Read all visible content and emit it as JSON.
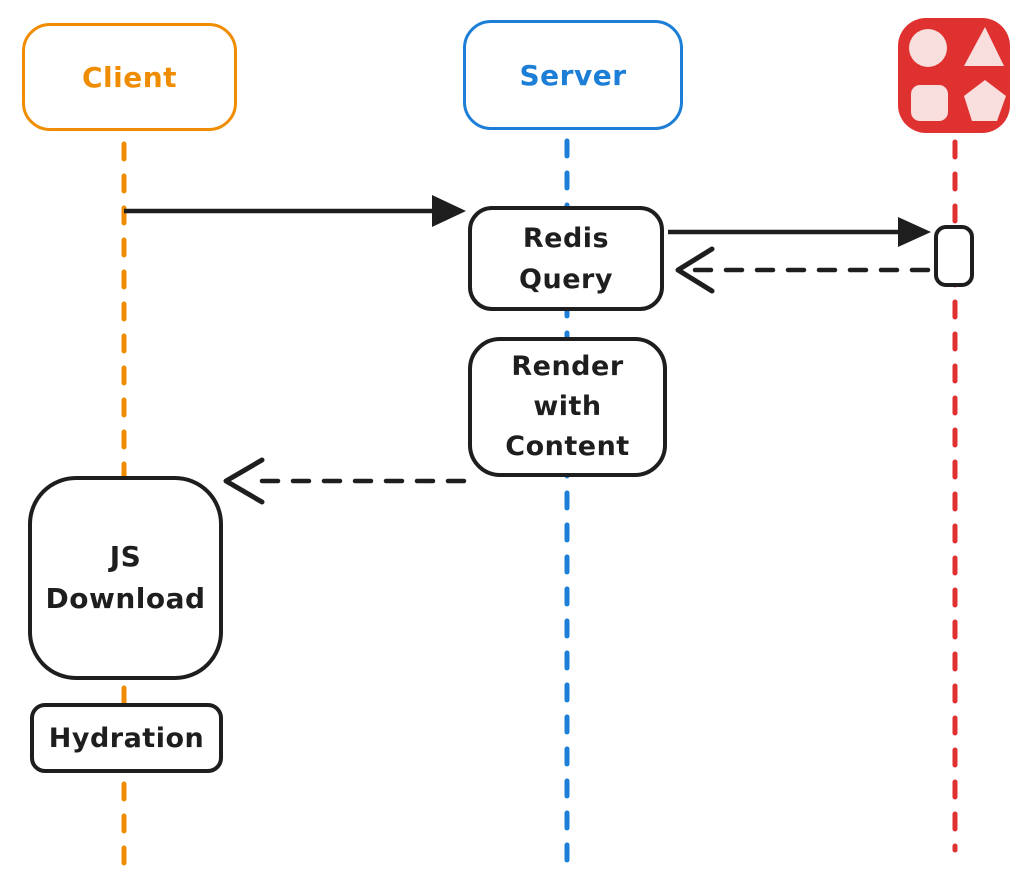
{
  "colors": {
    "orange": "#f08c00",
    "blue": "#1c7ed6",
    "red": "#e03131",
    "pink": "#f9dede",
    "ink": "#1e1e1e",
    "bg": "#ffffff"
  },
  "actors": {
    "client": {
      "label": "Client"
    },
    "server": {
      "label": "Server"
    },
    "redis": {
      "icon": "shapes-icon"
    }
  },
  "steps": {
    "redis_query": {
      "line1": "Redis",
      "line2": "Query"
    },
    "render_with_content": {
      "line1": "Render",
      "line2": "with",
      "line3": "Content"
    },
    "js_download": {
      "line1": "JS",
      "line2": "Download"
    },
    "hydration": {
      "label": "Hydration"
    }
  },
  "edges": {
    "client_to_server": {
      "style": "solid",
      "from": "client",
      "to": "redis_query"
    },
    "server_to_redis": {
      "style": "solid",
      "from": "redis_query",
      "to": "redis"
    },
    "redis_to_server": {
      "style": "dashed",
      "from": "redis",
      "to": "redis_query"
    },
    "server_to_client": {
      "style": "dashed",
      "from": "render_with_content",
      "to": "client"
    }
  }
}
